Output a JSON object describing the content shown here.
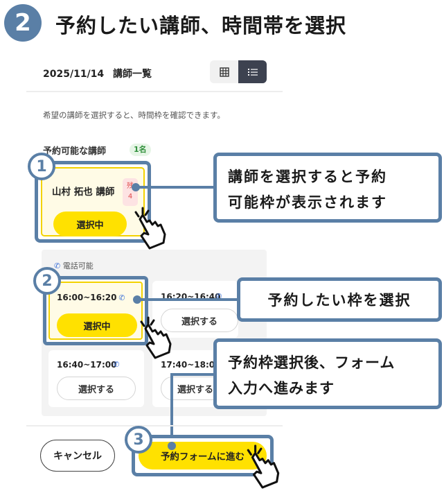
{
  "step": {
    "number": "2",
    "title": "予約したい講師、時間帯を選択"
  },
  "toolbar": {
    "date": "2025/11/14",
    "list_title": "講師一覧"
  },
  "hint": "希望の講師を選択すると、時間枠を確認できます。",
  "available": {
    "label": "予約可能な講師",
    "count": "1名"
  },
  "teacher": {
    "name": "山村 拓也 講師",
    "remaining_label": "残",
    "remaining_count": "4",
    "button_label": "選択中"
  },
  "slots": {
    "phone_label": "電話可能",
    "items": [
      {
        "time": "16:00~16:20",
        "button": "選択中"
      },
      {
        "time": "16:20~16:40",
        "button": "選択する"
      },
      {
        "time": "16:40~17:00",
        "button": "選択する"
      },
      {
        "time": "17:40~18:00",
        "button": "選択する"
      }
    ]
  },
  "callouts": {
    "one": {
      "number": "1",
      "line1": "講師を選択すると予約",
      "line2": "可能枠が表示されます"
    },
    "two": {
      "number": "2",
      "text": "予約したい枠を選択"
    },
    "three": {
      "number": "3",
      "line1": "予約枠選択後、フォーム",
      "line2": "入力へ進みます"
    }
  },
  "footer": {
    "cancel": "キャンセル",
    "proceed": "予約フォームに進む"
  },
  "colors": {
    "accent": "#5a7fa6",
    "yellow": "#ffe100",
    "dark_toggle": "#3d4250"
  },
  "icons": [
    "grid-icon",
    "list-icon",
    "phone-icon",
    "hand-pointer-icon"
  ]
}
